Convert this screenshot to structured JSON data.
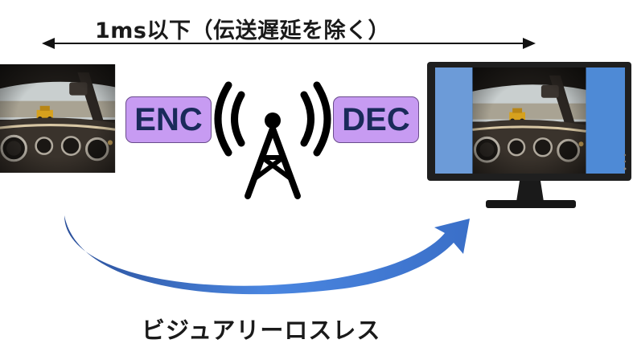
{
  "diagram": {
    "latency_label": "1ms以下（伝送遅延を除く）",
    "encoder_label": "ENC",
    "decoder_label": "DEC",
    "bottom_label": "ビジュアリーロスレス",
    "colors": {
      "codec_box_fill": "#c79bf2",
      "arrow_gradient_start": "#4a8fe0",
      "arrow_gradient_end": "#1f3f7f",
      "monitor_frame": "#1e1e1e",
      "screen_side_panels": "#5a8fd0"
    },
    "icons": {
      "source": "dashboard-camera-image",
      "antenna": "wireless-antenna-icon",
      "display": "monitor-icon"
    }
  }
}
